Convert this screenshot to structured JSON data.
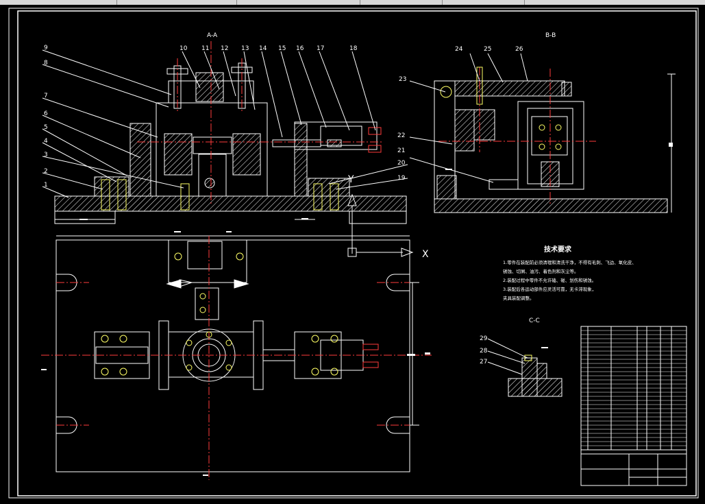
{
  "section_labels": {
    "aa": "A-A",
    "bb": "B-B",
    "cc": "C-C"
  },
  "callouts_left": [
    "9",
    "8",
    "7",
    "6",
    "5",
    "4",
    "3",
    "2",
    "1"
  ],
  "callouts_top": [
    "10",
    "11",
    "12",
    "13",
    "14",
    "15",
    "16",
    "17",
    "18"
  ],
  "callouts_right": [
    "19",
    "20",
    "21",
    "22"
  ],
  "callouts_bb": [
    "23",
    "24",
    "25",
    "26"
  ],
  "callouts_cc": [
    "29",
    "28",
    "27"
  ],
  "axis_labels": {
    "x": "X",
    "y": "Y"
  },
  "tech_req": {
    "title": "技术要求",
    "lines": [
      "1.零件在装配前必须清理和清洗干净，不得有毛刺、飞边、氧化皮、",
      "锈蚀、切屑、油污、着色剂和灰尘等。",
      "2.装配过程中零件不允许磕、碰、划伤和锈蚀。",
      "3.装配后各运动部件应灵活可靠，无卡滞现象，",
      "夹具装配调整。"
    ]
  },
  "colors": {
    "line": "#ffffff",
    "center": "#ff3b3b",
    "accent": "#ffff66",
    "green": "#33dd33"
  }
}
